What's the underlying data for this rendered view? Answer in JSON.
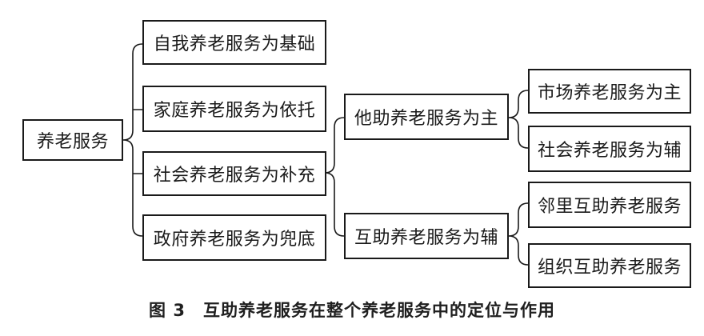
{
  "root": "养老服务",
  "level1": [
    "自我养老服务为基础",
    "家庭养老服务为依托",
    "社会养老服务为补充",
    "政府养老服务为兜底"
  ],
  "level2": [
    "他助养老服务为主",
    "互助养老服务为辅"
  ],
  "level3_other": [
    "市场养老服务为主",
    "社会养老服务为辅"
  ],
  "level3_mutual": [
    "邻里互助养老服务",
    "组织互助养老服务"
  ],
  "caption": "图 3　互助养老服务在整个养老服务中的定位与作用"
}
